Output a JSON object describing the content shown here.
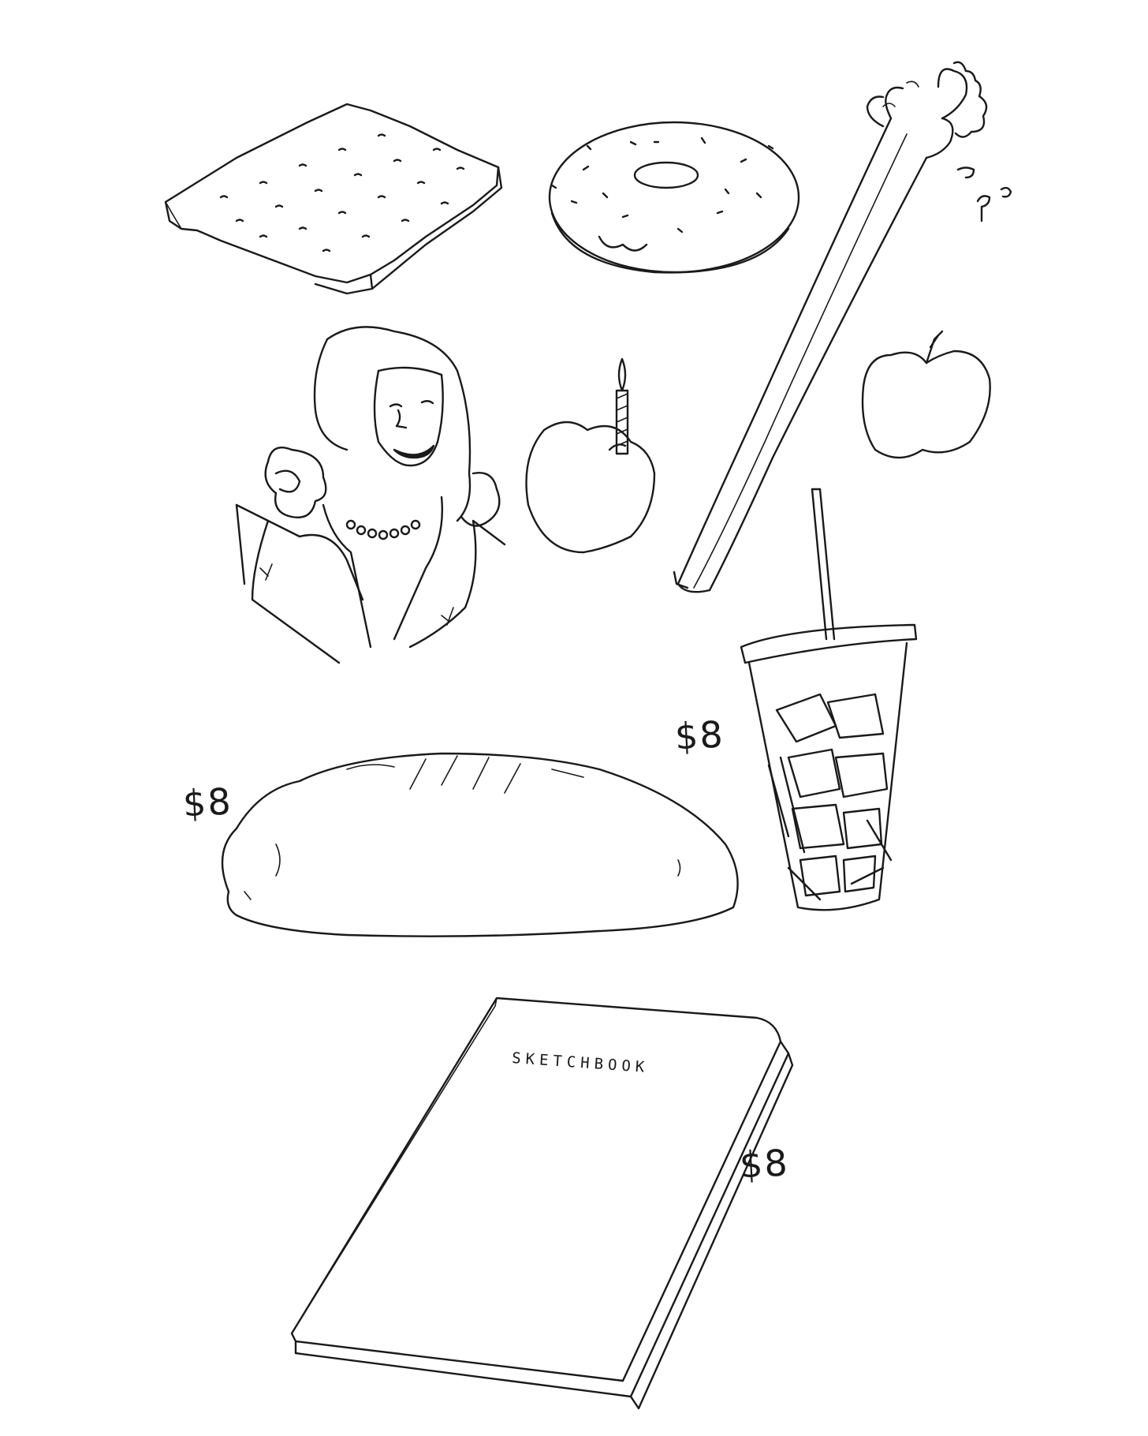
{
  "drawing": {
    "items": [
      "cracker",
      "donut",
      "celery-stalk",
      "woman-portrait",
      "apple-with-candle",
      "apple",
      "iced-drink",
      "bread-loaf",
      "sketchbook"
    ]
  },
  "labels": {
    "price_drink": "$8",
    "price_bread": "$8",
    "price_sketchbook": "$8",
    "sketchbook_title": "SKETCHBOOK"
  },
  "colors": {
    "ink": "#1a1a1a",
    "paper": "#ffffff"
  }
}
